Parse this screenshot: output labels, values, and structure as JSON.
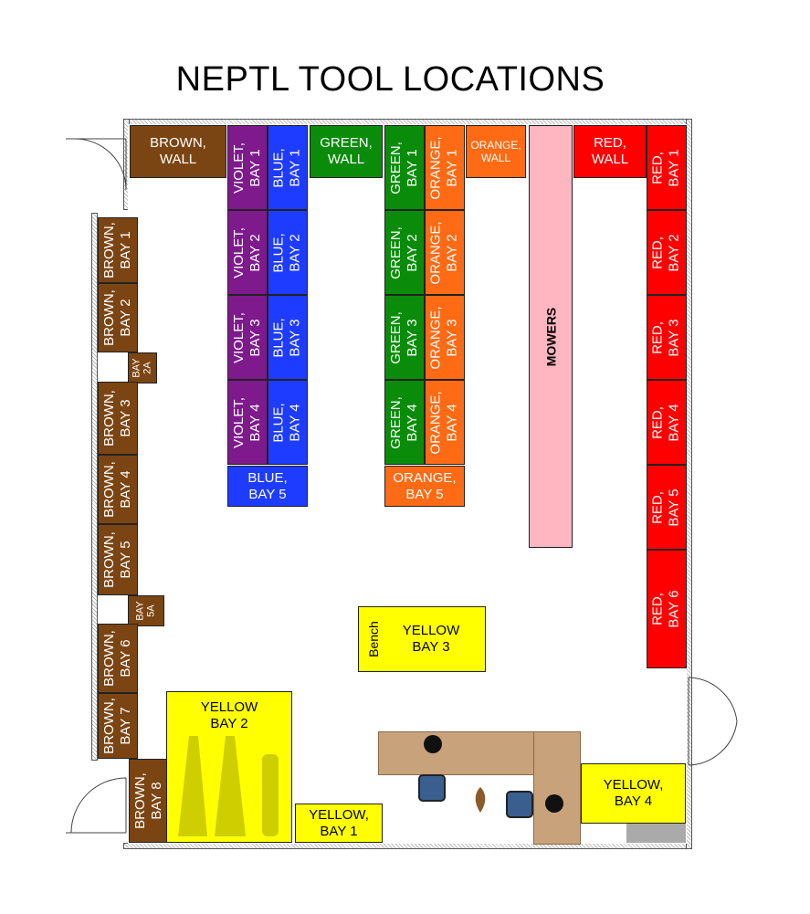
{
  "title": "NEPTL TOOL LOCATIONS",
  "areas": {
    "brown_wall": {
      "line1": "BROWN,",
      "line2": "WALL"
    },
    "violet_bay_1": {
      "line1": "VIOLET,",
      "line2": "BAY 1"
    },
    "violet_bay_2": {
      "line1": "VIOLET,",
      "line2": "BAY 2"
    },
    "violet_bay_3": {
      "line1": "VIOLET,",
      "line2": "BAY 3"
    },
    "violet_bay_4": {
      "line1": "VIOLET,",
      "line2": "BAY 4"
    },
    "blue_bay_1": {
      "line1": "BLUE,",
      "line2": "BAY 1"
    },
    "blue_bay_2": {
      "line1": "BLUE,",
      "line2": "BAY 2"
    },
    "blue_bay_3": {
      "line1": "BLUE,",
      "line2": "BAY 3"
    },
    "blue_bay_4": {
      "line1": "BLUE,",
      "line2": "BAY 4"
    },
    "blue_bay_5": {
      "line1": "BLUE,",
      "line2": "BAY 5"
    },
    "green_wall": {
      "line1": "GREEN,",
      "line2": "WALL"
    },
    "green_bay_1": {
      "line1": "GREEN,",
      "line2": "BAY 1"
    },
    "green_bay_2": {
      "line1": "GREEN,",
      "line2": "BAY 2"
    },
    "green_bay_3": {
      "line1": "GREEN,",
      "line2": "BAY 3"
    },
    "green_bay_4": {
      "line1": "GREEN,",
      "line2": "BAY 4"
    },
    "orange_wall": {
      "line1": "ORANGE,",
      "line2": "WALL"
    },
    "orange_bay_1": {
      "line1": "ORANGE,",
      "line2": "BAY 1"
    },
    "orange_bay_2": {
      "line1": "ORANGE,",
      "line2": "BAY 2"
    },
    "orange_bay_3": {
      "line1": "ORANGE,",
      "line2": "BAY 3"
    },
    "orange_bay_4": {
      "line1": "ORANGE,",
      "line2": "BAY 4"
    },
    "orange_bay_5": {
      "line1": "ORANGE,",
      "line2": "BAY 5"
    },
    "mowers": {
      "line1": "MOWERS"
    },
    "red_wall": {
      "line1": "RED,",
      "line2": "WALL"
    },
    "red_bay_1": {
      "line1": "RED,",
      "line2": "BAY 1"
    },
    "red_bay_2": {
      "line1": "RED,",
      "line2": "BAY 2"
    },
    "red_bay_3": {
      "line1": "RED,",
      "line2": "BAY 3"
    },
    "red_bay_4": {
      "line1": "RED,",
      "line2": "BAY 4"
    },
    "red_bay_5": {
      "line1": "RED,",
      "line2": "BAY 5"
    },
    "red_bay_6": {
      "line1": "RED,",
      "line2": "BAY 6"
    },
    "brown_bay_1": {
      "line1": "BROWN,",
      "line2": "BAY 1"
    },
    "brown_bay_2": {
      "line1": "BROWN,",
      "line2": "BAY 2"
    },
    "bay_2a": {
      "line1": "BAY",
      "line2": "2A"
    },
    "brown_bay_3": {
      "line1": "BROWN,",
      "line2": "BAY 3"
    },
    "brown_bay_4": {
      "line1": "BROWN,",
      "line2": "BAY 4"
    },
    "brown_bay_5": {
      "line1": "BROWN,",
      "line2": "BAY 5"
    },
    "bay_5a": {
      "line1": "BAY",
      "line2": "5A"
    },
    "brown_bay_6": {
      "line1": "BROWN,",
      "line2": "BAY 6"
    },
    "brown_bay_7": {
      "line1": "BROWN,",
      "line2": "BAY 7"
    },
    "brown_bay_8": {
      "line1": "BROWN,",
      "line2": "BAY 8"
    },
    "yellow_bay_1": {
      "line1": "YELLOW,",
      "line2": "BAY 1"
    },
    "yellow_bay_2": {
      "line1": "YELLOW",
      "line2": "BAY 2"
    },
    "yellow_bay_3": {
      "line1": "YELLOW",
      "line2": "BAY 3"
    },
    "yellow_bay_4": {
      "line1": "YELLOW,",
      "line2": "BAY 4"
    },
    "bench": {
      "line1": "Bench"
    }
  }
}
